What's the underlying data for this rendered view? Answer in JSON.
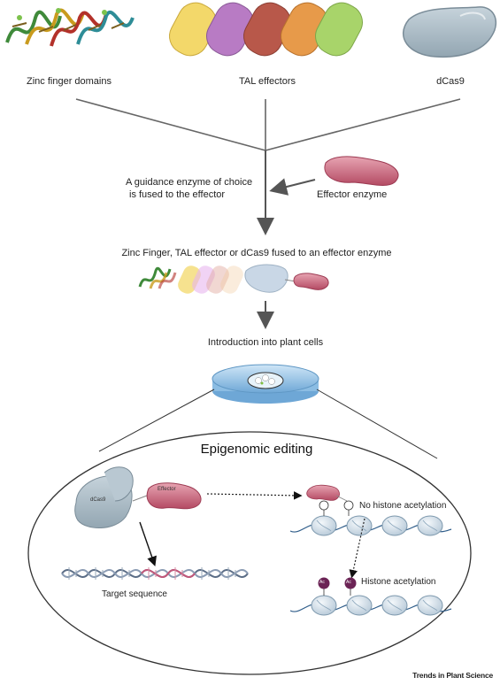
{
  "sources": {
    "zinc_finger": "Zinc finger domains",
    "tal_effectors": "TAL effectors",
    "dcas9": "dCas9"
  },
  "guidance_text": {
    "line1": "A guidance enzyme of choice",
    "line2": "is fused to the effector"
  },
  "effector_enzyme_label": "Effector enzyme",
  "fusion_label": "Zinc Finger, TAL effector or dCas9 fused to an effector enzyme",
  "introduction_label": "Introduction into plant cells",
  "inset": {
    "title": "Epigenomic editing",
    "dcas9_label": "dCas9",
    "effector_label": "Effector",
    "no_acetylation_label": "No histone acetylation",
    "acetylation_label": "Histone acetylation",
    "ac_badge": "Ac",
    "target_label": "Target sequence"
  },
  "credit": "Trends in Plant Science",
  "colors": {
    "tal": [
      "#f3d86a",
      "#b87bc4",
      "#b8584a",
      "#e79a4a",
      "#a8d46a"
    ],
    "zinc": [
      "#3f8a3a",
      "#c99b1e",
      "#b3312a",
      "#2e8d97"
    ],
    "dcas9": "#a7b7c1",
    "effector": "#c25a73",
    "dish": "#7fb5de",
    "ac": "#6b2355"
  }
}
